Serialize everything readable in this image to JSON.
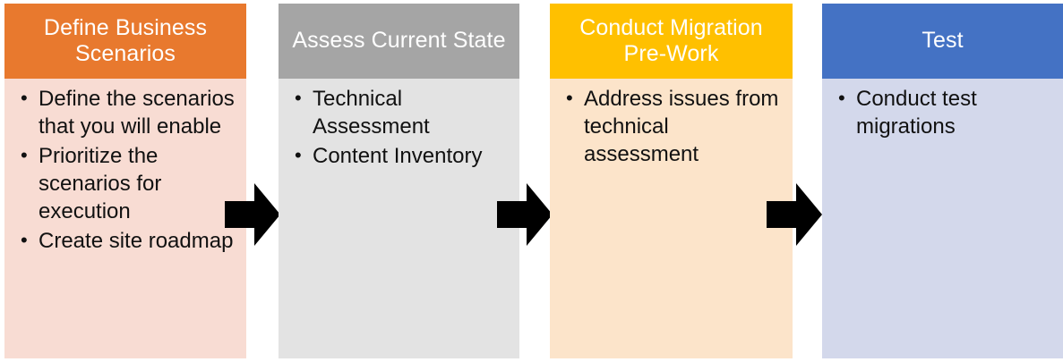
{
  "diagram": {
    "type": "process-flow",
    "orientation": "left-to-right",
    "background_color": "#FFFFFF",
    "stages": [
      {
        "id": "define-business-scenarios",
        "title": "Define Business Scenarios",
        "header_color": "#E8792E",
        "body_color": "#F8DCD3",
        "title_color": "#FFFFFF",
        "bullets": [
          "Define the scenarios that you will enable",
          "Prioritize the scenarios for execution",
          "Create site roadmap"
        ]
      },
      {
        "id": "assess-current-state",
        "title": "Assess Current State",
        "header_color": "#A5A5A5",
        "body_color": "#E3E3E3",
        "title_color": "#FFFFFF",
        "bullets": [
          "Technical Assessment",
          "Content Inventory"
        ]
      },
      {
        "id": "conduct-migration-pre-work",
        "title": "Conduct Migration Pre-Work",
        "header_color": "#FFC000",
        "body_color": "#FCE4CA",
        "title_color": "#FFFFFF",
        "bullets": [
          "Address issues from technical assessment"
        ]
      },
      {
        "id": "test",
        "title": "Test",
        "header_color": "#4472C4",
        "body_color": "#D3D8EB",
        "title_color": "#FFFFFF",
        "bullets": [
          "Conduct test migrations"
        ]
      }
    ],
    "connectors": [
      {
        "id": "arrow-1",
        "icon": "right-arrow-icon",
        "color": "#000000",
        "from": "define-business-scenarios",
        "to": "assess-current-state"
      },
      {
        "id": "arrow-2",
        "icon": "right-arrow-icon",
        "color": "#000000",
        "from": "assess-current-state",
        "to": "conduct-migration-pre-work"
      },
      {
        "id": "arrow-3",
        "icon": "right-arrow-icon",
        "color": "#000000",
        "from": "conduct-migration-pre-work",
        "to": "test"
      }
    ]
  }
}
